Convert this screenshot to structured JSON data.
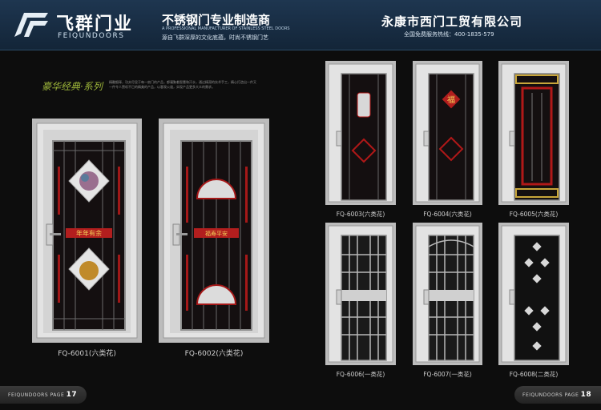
{
  "header": {
    "brand_cn": "飞群门业",
    "brand_en": "FEIQUNDOORS",
    "tagline_title": "不锈钢门专业制造商",
    "tagline_en": "A PROFESSIONAL MANUFACTURER OF STAINLESS STEEL DOORS",
    "tagline_sub": "源自飞群深厚的文化底蕴，时尚不锈钢门艺",
    "company": "永康市西门工贸有限公司",
    "hotline": "全国免费服务热线：400-1835-579"
  },
  "series": {
    "title": "豪华经典·系列",
    "description": "精雕细琢，功夫尽显于每一扇门的产品，都凝聚着智慧和汗水，通过精湛的技术手工，精心打造出一件又一件令人赞叹不已的精美的产品，以客观公道，实现产品更多大众的需求。"
  },
  "doors": [
    {
      "code": "FQ-6001(六类花)"
    },
    {
      "code": "FQ-6002(六类花)"
    },
    {
      "code": "FQ-6003(六类花)"
    },
    {
      "code": "FQ-6004(六类花)"
    },
    {
      "code": "FQ-6005(六类花)"
    },
    {
      "code": "FQ-6006(一类花)"
    },
    {
      "code": "FQ-6007(一类花)"
    },
    {
      "code": "FQ-6008(二类花)"
    }
  ],
  "door_panels": {
    "d1_plaque": "年年有余",
    "d2_plaque": "福寿平安",
    "d4_char": "福"
  },
  "footer": {
    "left_label": "FEIQUNDOORS PAGE",
    "left_page": "17",
    "right_label": "FEIQUNDOORS PAGE",
    "right_page": "18"
  },
  "colors": {
    "header_bg": "#1a3048",
    "accent_red": "#b02020",
    "series_green": "#9fb83a"
  }
}
